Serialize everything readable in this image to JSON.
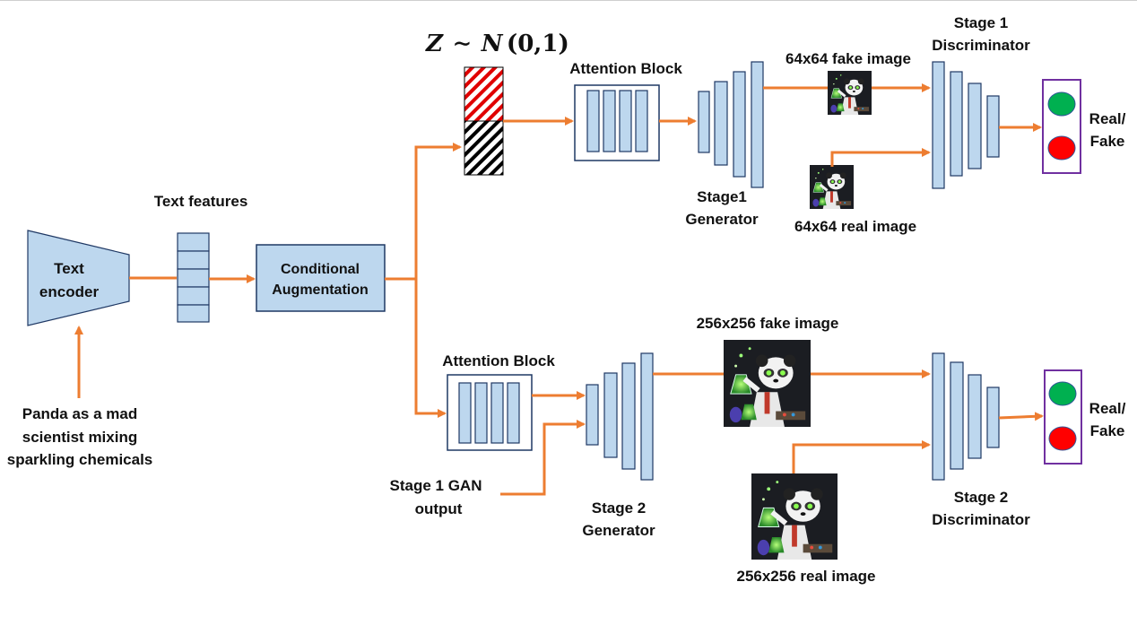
{
  "labels": {
    "text_features": "Text features",
    "text_encoder_line1": "Text",
    "text_encoder_line2": "encoder",
    "cond_aug_line1": "Conditional",
    "cond_aug_line2": "Augmentation",
    "prompt_line1": "Panda as a mad",
    "prompt_line2": "scientist mixing",
    "prompt_line3": "sparkling chemicals",
    "noise_z": "Z",
    "noise_tilde": "∼",
    "noise_n": "N",
    "noise_args": "(0,1)",
    "attn_block_1": "Attention Block",
    "attn_block_2": "Attention Block",
    "stage1_gen_line1": "Stage1",
    "stage1_gen_line2": "Generator",
    "stage1_disc_line1": "Stage 1",
    "stage1_disc_line2": "Discriminator",
    "fake_64": "64x64 fake image",
    "real_64": "64x64 real image",
    "real_fake_1_line1": "Real/",
    "real_fake_1_line2": "Fake",
    "fake_256": "256x256 fake image",
    "real_256": "256x256 real image",
    "stage1_output_line1": "Stage 1 GAN",
    "stage1_output_line2": "output",
    "stage2_gen_line1": "Stage 2",
    "stage2_gen_line2": "Generator",
    "stage2_disc_line1": "Stage 2",
    "stage2_disc_line2": "Discriminator",
    "real_fake_2_line1": "Real/",
    "real_fake_2_line2": "Fake"
  },
  "colors": {
    "arrow": "#ed7d31",
    "block_fill": "#bdd7ee",
    "block_stroke": "#1f3864",
    "cond_aug_fill": "#bdd7ee",
    "classifier_border": "#7030a0",
    "real_light": "#00b050",
    "fake_light": "#ff0000",
    "noise_top_stripes": "#e00000",
    "noise_bottom_stripes": "#000000"
  }
}
